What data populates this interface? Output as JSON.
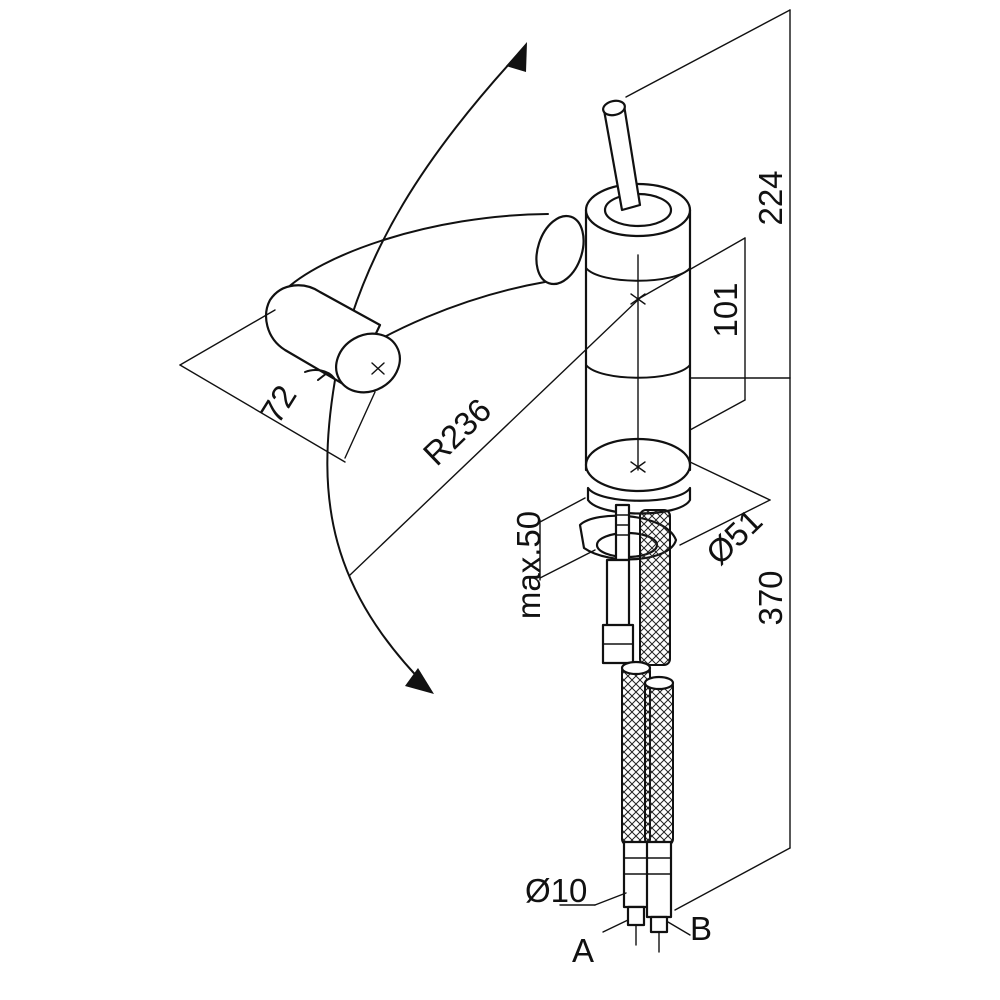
{
  "dimensions": {
    "height_spout": "224",
    "handle_offset": "101",
    "handle_length": "72",
    "swivel_radius": "R236",
    "body_diameter": "Ø51",
    "max_thickness": "max.50",
    "total_height": "370",
    "hose_diameter": "Ø10"
  },
  "connections": {
    "a": "A",
    "b": "B"
  }
}
